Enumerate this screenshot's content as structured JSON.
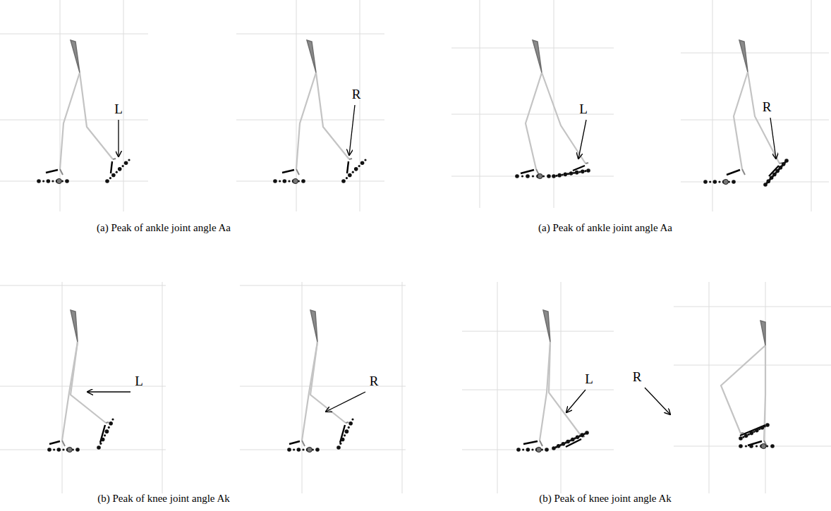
{
  "diagram": {
    "labels": [
      "L",
      "R",
      "L",
      "R",
      "(a) Peak of ankle joint angle Aa",
      "(a) Peak of ankle joint angle Aa",
      "L",
      "R",
      "L",
      "R",
      "(b) Peak of knee joint angle Ak",
      "(b) Peak of knee joint angle Ak"
    ]
  }
}
